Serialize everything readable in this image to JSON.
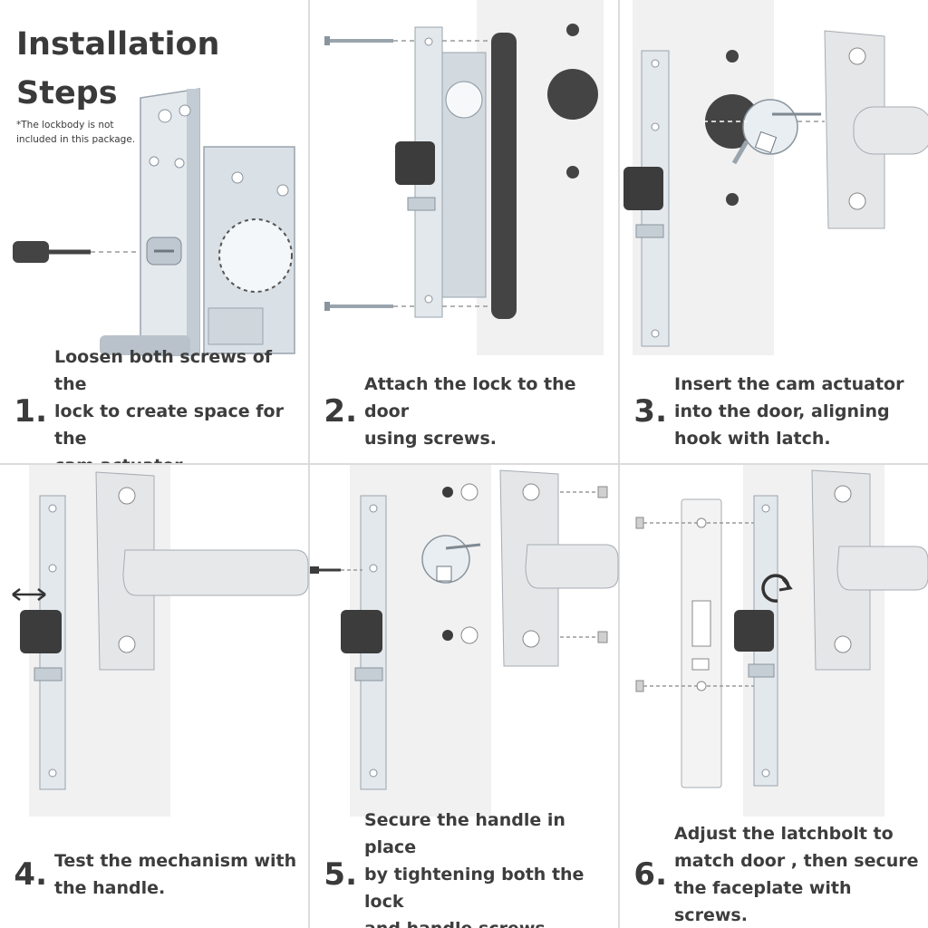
{
  "title_line1": "Installation",
  "title_line2": "Steps",
  "note_line1": "*The lockbody is not",
  "note_line2": "included in this package.",
  "steps": [
    {
      "num": "1.",
      "lines": [
        "Loosen both screws of the",
        "lock to create space for the",
        "cam actuator."
      ]
    },
    {
      "num": "2.",
      "lines": [
        "Attach the lock to the door",
        "using screws."
      ]
    },
    {
      "num": "3.",
      "lines": [
        "Insert the cam actuator",
        "into the door, aligning",
        "hook with latch."
      ]
    },
    {
      "num": "4.",
      "lines": [
        "Test the mechanism with",
        "the handle."
      ]
    },
    {
      "num": "5.",
      "lines": [
        "Secure the handle in place",
        "by tightening both the lock",
        "and handle screws."
      ]
    },
    {
      "num": "6.",
      "lines": [
        "Adjust the latchbolt to",
        "match door , then secure",
        "the faceplate with screws."
      ]
    }
  ],
  "colors": {
    "text": "#3d3d3d",
    "metal": "#c9d2db",
    "dark": "#3f3f3f",
    "door": "#f1f1f1"
  }
}
